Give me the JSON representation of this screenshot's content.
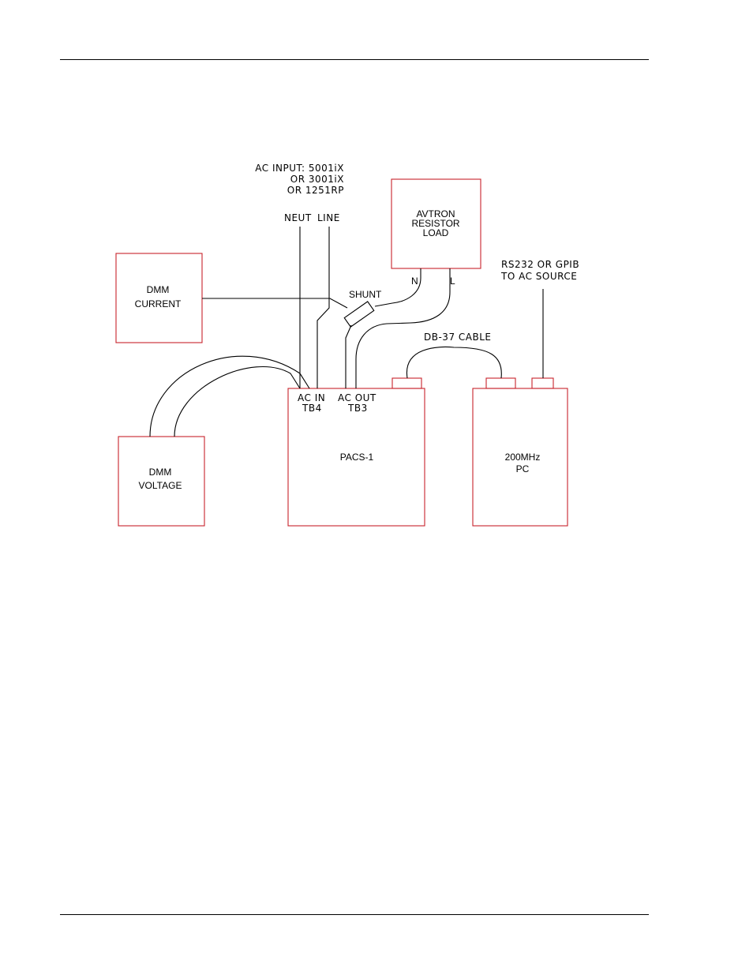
{
  "diagram": {
    "ac_input": {
      "line1": "AC INPUT: 5001iX",
      "line2": "OR 3001iX",
      "line3": "OR 1251RP"
    },
    "neut_label": "NEUT",
    "line_label": "LINE",
    "avtron": {
      "line1": "AVTRON",
      "line2": "RESISTOR",
      "line3": "LOAD"
    },
    "load_n_label": "N",
    "load_l_label": "L",
    "dmm_current": {
      "line1": "DMM",
      "line2": "CURRENT"
    },
    "shunt_label": "SHUNT",
    "rs232": {
      "line1": "RS232 OR GPIB",
      "line2": "TO AC SOURCE"
    },
    "db37_label": "DB-37 CABLE",
    "pacs": {
      "ac_in_line1": "AC IN",
      "ac_in_line2": "TB4",
      "ac_out_line1": "AC OUT",
      "ac_out_line2": "TB3",
      "name": "PACS-1"
    },
    "pc": {
      "line1": "200MHz",
      "line2": "PC"
    },
    "dmm_voltage": {
      "line1": "DMM",
      "line2": "VOLTAGE"
    }
  },
  "colors": {
    "box_outline": "#c8232c",
    "wire": "#000000"
  }
}
